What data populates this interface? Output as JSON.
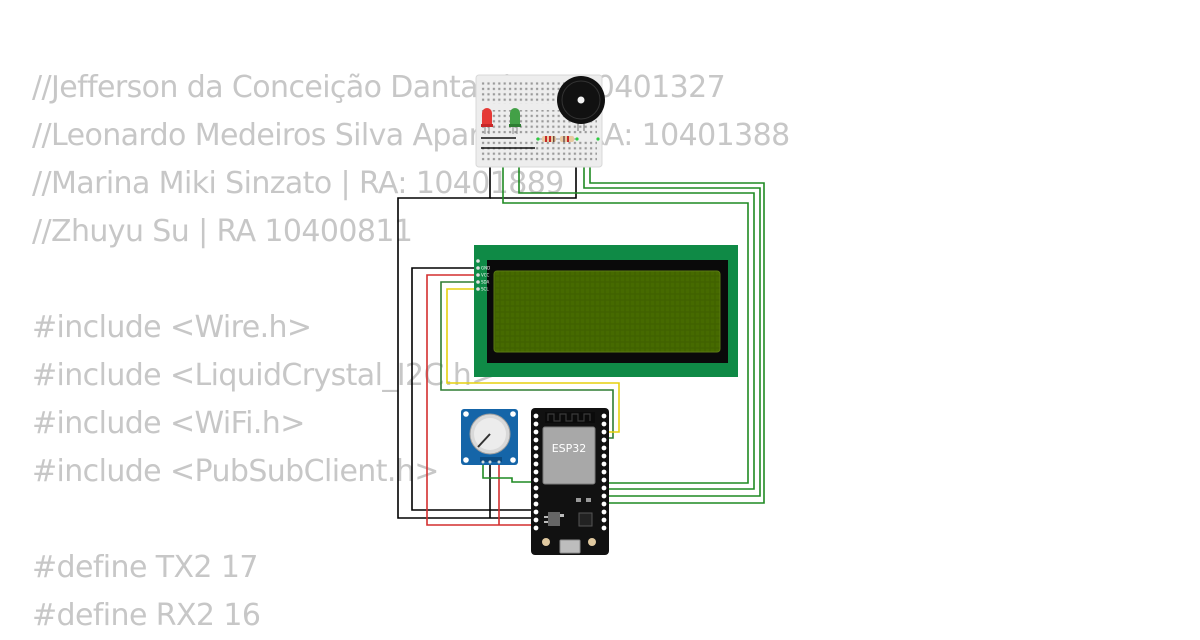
{
  "code_lines": [
    "//Jefferson da Conceição Dantas | RA: 10401327",
    "//Leonardo Medeiros Silva Aparecido | RA: 10401388",
    "//Marina Miki Sinzato | RA: 10401889",
    "//Zhuyu Su | RA 10400811",
    "",
    "#include <Wire.h>",
    "#include <LiquidCrystal_I2C.h>",
    "#include <WiFi.h>",
    "#include <PubSubClient.h>",
    "",
    "#define TX2 17",
    "#define RX2 16"
  ],
  "circuit": {
    "esp32_label": "ESP32",
    "lcd_pins": [
      "GND",
      "VCC",
      "SDA",
      "SCL"
    ],
    "wire_colors": {
      "gnd": "#000000",
      "vcc": "#d32f2f",
      "sda": "#2e7d32",
      "scl": "#e6d10f",
      "signal": "#1f8a22"
    },
    "components": {
      "breadboard": "breadboard-icon",
      "buzzer": "buzzer-icon",
      "led_red": "red-led-icon",
      "led_green": "green-led-icon",
      "resistor": "resistor-icon",
      "lcd": "lcd-display-icon",
      "potentiometer": "potentiometer-icon",
      "esp32": "esp32-board-icon",
      "usb": "usb-port-icon"
    }
  }
}
